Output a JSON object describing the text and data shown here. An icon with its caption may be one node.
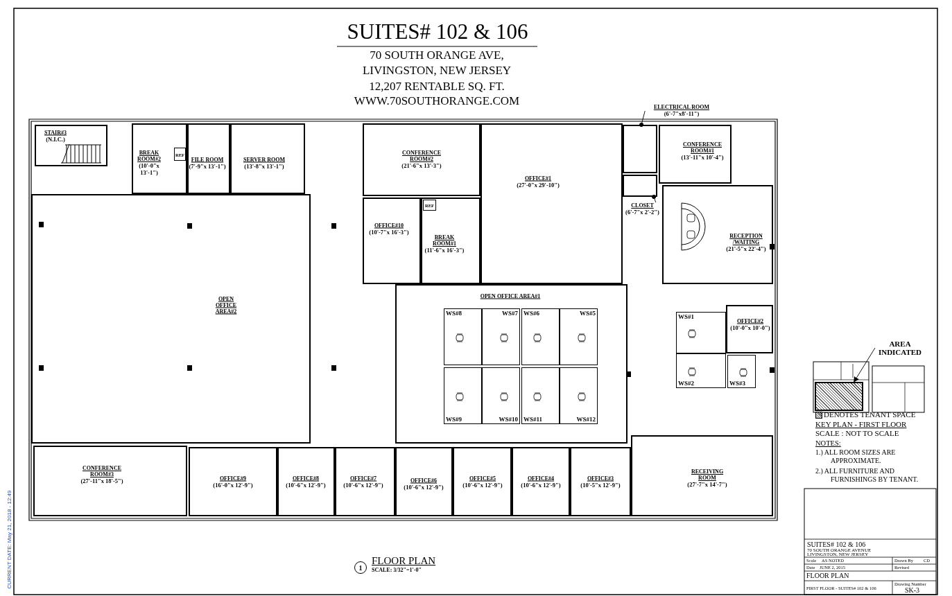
{
  "diagram": {
    "title": "SUITES# 102 & 106",
    "nodes": [
      {
        "text": [
          "STAIR#3",
          "(N.I.C.)"
        ]
      },
      {
        "text": [
          "BREAK ROOM#2",
          "(10'-0\"x 13'-1\")"
        ]
      },
      {
        "text": [
          "REF"
        ],
        "in": 1
      },
      {
        "text": [
          "FILE ROOM",
          "(7'-9\"x 13'-1\")"
        ]
      },
      {
        "text": [
          "SERVER ROOM",
          "(13'-8\"x 13'-1\")"
        ]
      },
      {
        "text": [
          "OPEN OFFICE AREA#2"
        ]
      },
      {
        "text": [
          "CONFERENCE ROOM#2",
          "(21'-6\"x 13'-3\")"
        ]
      },
      {
        "text": [
          "OFFICE#10",
          "(10'-7\"x 16'-3\")"
        ]
      },
      {
        "text": [
          "BREAK ROOM#1",
          "(11'-6\"x 16'-3\")"
        ]
      },
      {
        "text": [
          "REF"
        ],
        "in": 8
      },
      {
        "text": [
          "OFFICE#1",
          "(27'-0\"x 29'-10\")"
        ]
      },
      {
        "text": [
          "ELECTRICAL ROOM",
          "(6'-7\"x8'-11\")"
        ]
      },
      {
        "text": [],
        "shape": "box"
      },
      {
        "text": [
          "CONFERENCE ROOM#1",
          "(13'-11\"x 10'-4\")"
        ]
      },
      {
        "text": [
          "CLOSET",
          "(6'-7\"x 2'-2\")"
        ]
      },
      {
        "text": [],
        "shape": "box"
      },
      {
        "text": [
          "RECEPTION /WAITING",
          "(21'-5\"x 22'-4\")"
        ]
      },
      {
        "text": [
          "OPEN OFFICE AREA#1"
        ]
      },
      {
        "text": [
          "WS#8"
        ],
        "in": 17
      },
      {
        "text": [
          "WS#7"
        ],
        "in": 17
      },
      {
        "text": [
          "WS#6"
        ],
        "in": 17
      },
      {
        "text": [
          "WS#5"
        ],
        "in": 17
      },
      {
        "text": [
          "OFFICE#2",
          "(10'-0\"x 10'-0\")"
        ]
      },
      {
        "text": [
          "WS#1"
        ]
      },
      {
        "text": [
          "WS#2"
        ]
      },
      {
        "text": [
          "WS#3"
        ]
      },
      {
        "text": [
          "WS#9"
        ],
        "in": 17
      },
      {
        "text": [
          "WS#10"
        ],
        "in": 17
      },
      {
        "text": [
          "WS#11"
        ],
        "in": 17
      },
      {
        "text": [
          "WS#12"
        ],
        "in": 17
      },
      {
        "text": [
          "CONFERENCE ROOM#3",
          "(27'-11\"x 18'-5\")"
        ]
      },
      {
        "text": [
          "OFFICE#9",
          "(16'-0\"x 12'-9\")"
        ]
      },
      {
        "text": [
          "OFFICE#8",
          "(10'-6\"x 12'-9\")"
        ]
      },
      {
        "text": [
          "OFFICE#7",
          "(10'-6\"x 12'-9\")"
        ]
      },
      {
        "text": [
          "OFFICE#6",
          "(10'-6\"x 12'-9\")"
        ]
      },
      {
        "text": [
          "OFFICE#5",
          "(10'-6\"x 12'-9\")"
        ]
      },
      {
        "text": [
          "OFFICE#4",
          "(10'-6\"x 12'-9\")"
        ]
      },
      {
        "text": [
          "OFFICE#3",
          "(10'-5\"x 12'-9\")"
        ]
      },
      {
        "text": [
          "RECEIVING ROOM",
          "(27'-7\"x 14'-7\")"
        ]
      },
      {
        "text": [
          "AREA INDICATED"
        ]
      },
      {
        "text": [],
        "shape": "box"
      }
    ],
    "edges": [
      {
        "from": 11,
        "to": 12,
        "arrow": "other"
      },
      {
        "from": 14,
        "to": 15,
        "arrow": "other"
      },
      {
        "from": 39,
        "to": 40,
        "arrow": "to"
      }
    ],
    "labels": [
      "70 SOUTH ORANGE AVE,",
      "LIVINGSTON, NEW JERSEY",
      "12,207 RENTABLE SQ. FT.",
      "WWW.70SOUTHORANGE.COM",
      "KEY PLAN - FIRST FLOOR",
      "SCALE : NOT TO SCALE",
      "NOTES:",
      "1.) ALL ROOM SIZES ARE APPROXIMATE.",
      "2.) ALL FURNITURE AND FURNISHINGS BY TENANT.",
      "1",
      "FLOOR PLAN",
      "SCALE: 3/32\"=1'-0\"",
      "SUITES# 102 & 106",
      "70 SOUTH ORANGE AVENUE",
      "LIVINGSTON, NEW JERSEY",
      "Scale",
      "AS NOTED",
      "Drawn By",
      "CD",
      "Date",
      "JUNE 2, 2015",
      "Revised",
      "FLOOR PLAN",
      "FIRST FLOOR - SUITES# 102 & 106",
      "Drawing Number",
      "SK-3",
      "CURRENT DATE: May 21, 2018 - 12:49"
    ],
    "legend": [
      {
        "text": "DENOTES TENANT SPACE"
      }
    ]
  }
}
